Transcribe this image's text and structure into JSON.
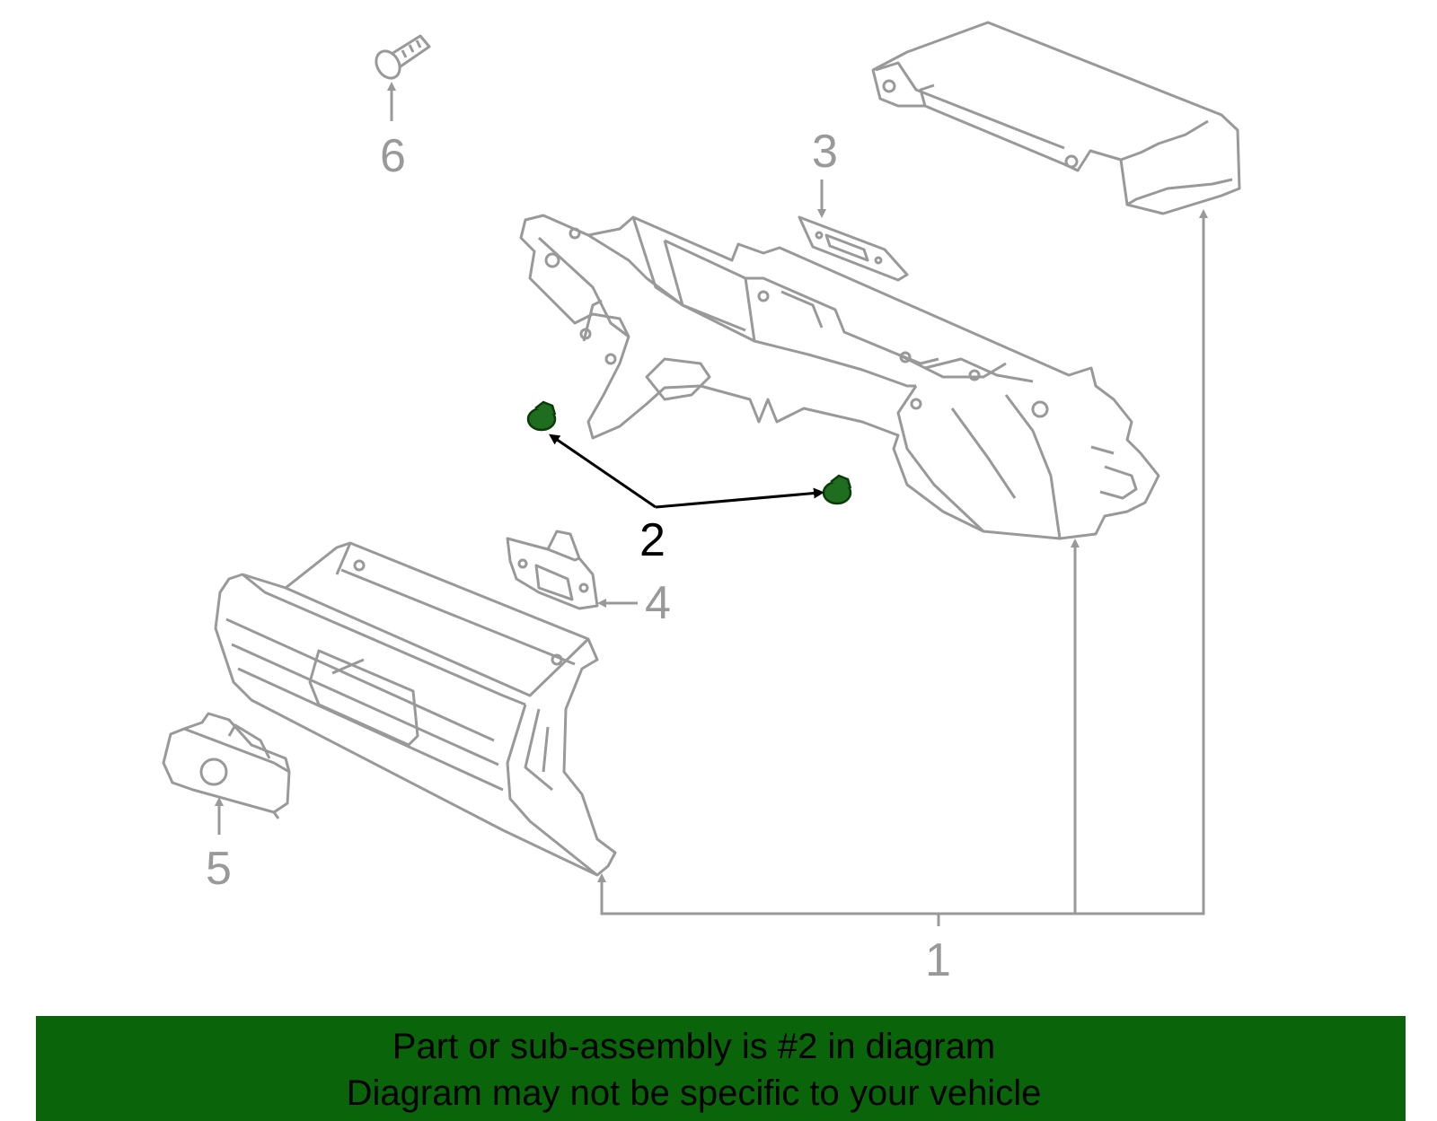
{
  "callouts": {
    "c1": "1",
    "c2": "2",
    "c3": "3",
    "c4": "4",
    "c5": "5",
    "c6": "6"
  },
  "banner": {
    "line1": "Part or sub-assembly is #2 in diagram",
    "line2": "Diagram may not be specific to your vehicle"
  },
  "colors": {
    "outline": "#999999",
    "highlight_part": "#1f6e1f",
    "banner": "#0a650a",
    "active_label": "#000000"
  }
}
